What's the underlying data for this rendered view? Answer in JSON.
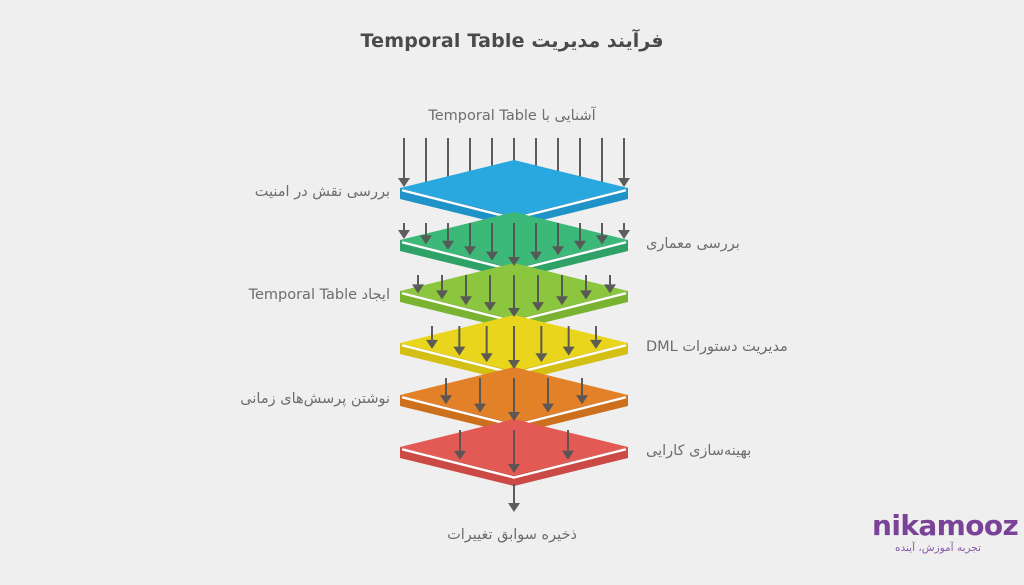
{
  "page": {
    "background": "#efefef",
    "title": "فرآیند مدیریت Temporal Table"
  },
  "diagram": {
    "top_label": "آشنایی با Temporal Table",
    "bottom_label": "ذخیره سوابق تغییرات",
    "layers": [
      {
        "label": "بررسی نقش در امنیت",
        "side": "left",
        "color": "#29a8df",
        "edge": "#1f93c7",
        "arrows": 11
      },
      {
        "label": "بررسی معماری",
        "side": "right",
        "color": "#3cb878",
        "edge": "#2fa268",
        "arrows": 11
      },
      {
        "label": "ایجاد Temporal Table",
        "side": "left",
        "color": "#8cc63f",
        "edge": "#7ab232",
        "arrows": 9
      },
      {
        "label": "مدیریت دستورات DML",
        "side": "right",
        "color": "#e9d51c",
        "edge": "#d4c015",
        "arrows": 7
      },
      {
        "label": "نوشتن پرسش‌های زمانی",
        "side": "left",
        "color": "#e38128",
        "edge": "#cc701d",
        "arrows": 5
      },
      {
        "label": "بهینه‌سازی کارایی",
        "side": "right",
        "color": "#e35954",
        "edge": "#cc4a45",
        "arrows": 3
      }
    ],
    "arrow_color": "#555555",
    "label_color": "#6d6d6d"
  },
  "branding": {
    "logo_text": "nikamooz",
    "logo_tagline": "تجربه آموزش، آینده",
    "logo_color": "#7b4397"
  }
}
